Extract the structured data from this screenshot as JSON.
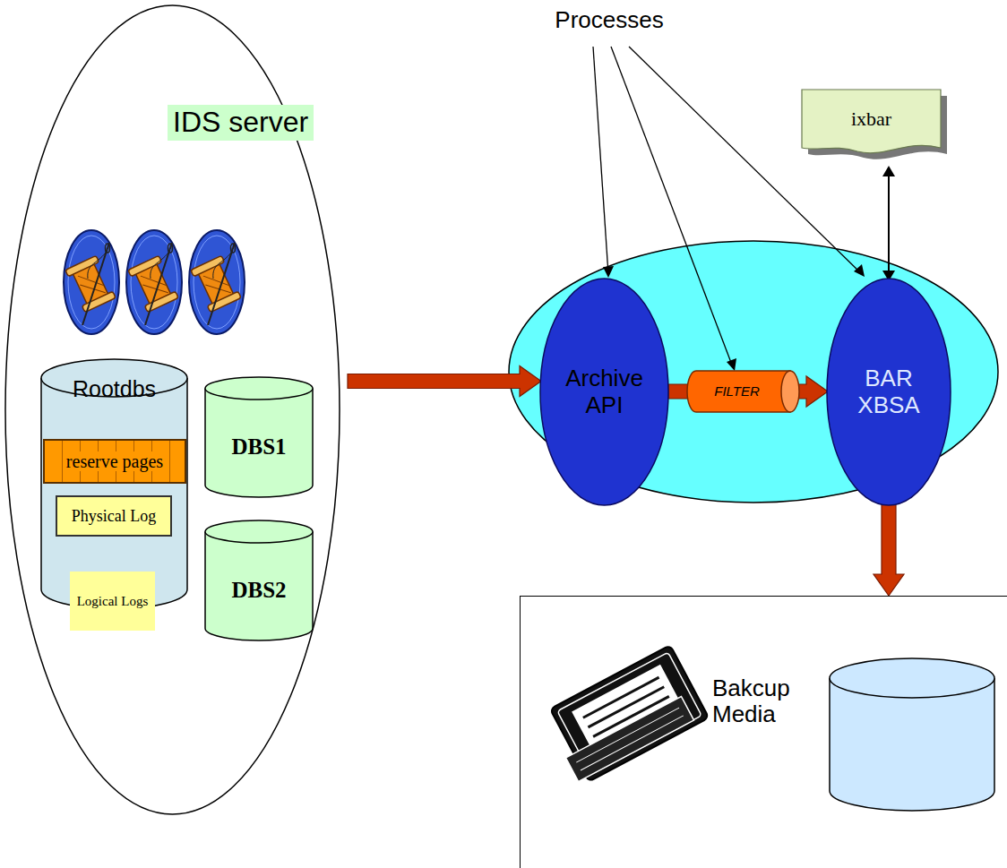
{
  "diagram": {
    "nodes": [
      {
        "text": [
          "IDS server"
        ]
      },
      {
        "text": [
          "Rootdbs"
        ],
        "in": 0
      },
      {
        "text": [
          "reserve pages"
        ],
        "in": 1
      },
      {
        "text": [
          "Physical Log"
        ],
        "in": 1
      },
      {
        "text": [
          "Logical Logs"
        ],
        "in": 1
      },
      {
        "text": [
          "DBS1"
        ],
        "in": 0
      },
      {
        "text": [
          "DBS2"
        ],
        "in": 0
      },
      {
        "text": [
          "Archive API"
        ]
      },
      {
        "text": [
          "FILTER"
        ]
      },
      {
        "text": [
          "BAR XBSA"
        ]
      },
      {
        "text": [
          "ixbar"
        ]
      },
      {
        "text": [
          "Bakcup Media"
        ]
      }
    ],
    "edges": [
      {
        "from": 0,
        "to": 7,
        "arrow": "to"
      },
      {
        "from": 7,
        "to": 8,
        "arrow": "none"
      },
      {
        "from": 8,
        "to": 9,
        "arrow": "to"
      },
      {
        "from": 10,
        "to": 9,
        "arrow": "both"
      },
      {
        "from": 9,
        "to": 11,
        "arrow": "to"
      }
    ],
    "labels": [
      "Processes"
    ]
  }
}
